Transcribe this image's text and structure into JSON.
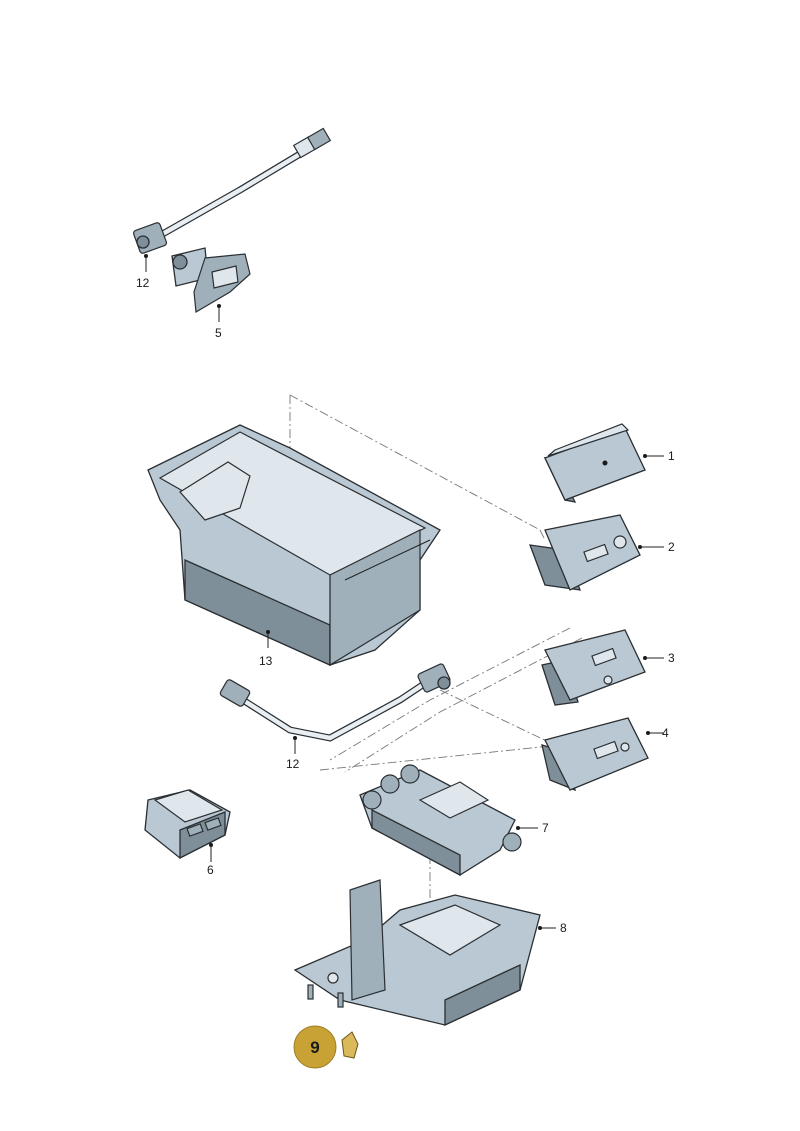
{
  "parts": [
    {
      "id": "1",
      "label": "1"
    },
    {
      "id": "2",
      "label": "2"
    },
    {
      "id": "3",
      "label": "3"
    },
    {
      "id": "4",
      "label": "4"
    },
    {
      "id": "5",
      "label": "5"
    },
    {
      "id": "6",
      "label": "6"
    },
    {
      "id": "7",
      "label": "7"
    },
    {
      "id": "8",
      "label": "8"
    },
    {
      "id": "12a",
      "label": "12"
    },
    {
      "id": "12b",
      "label": "12"
    },
    {
      "id": "13",
      "label": "13"
    }
  ],
  "badge": {
    "label": "9",
    "color": "#c9a235"
  },
  "colors": {
    "part_body": "#b9c8d2",
    "outline": "#2a2f33"
  }
}
